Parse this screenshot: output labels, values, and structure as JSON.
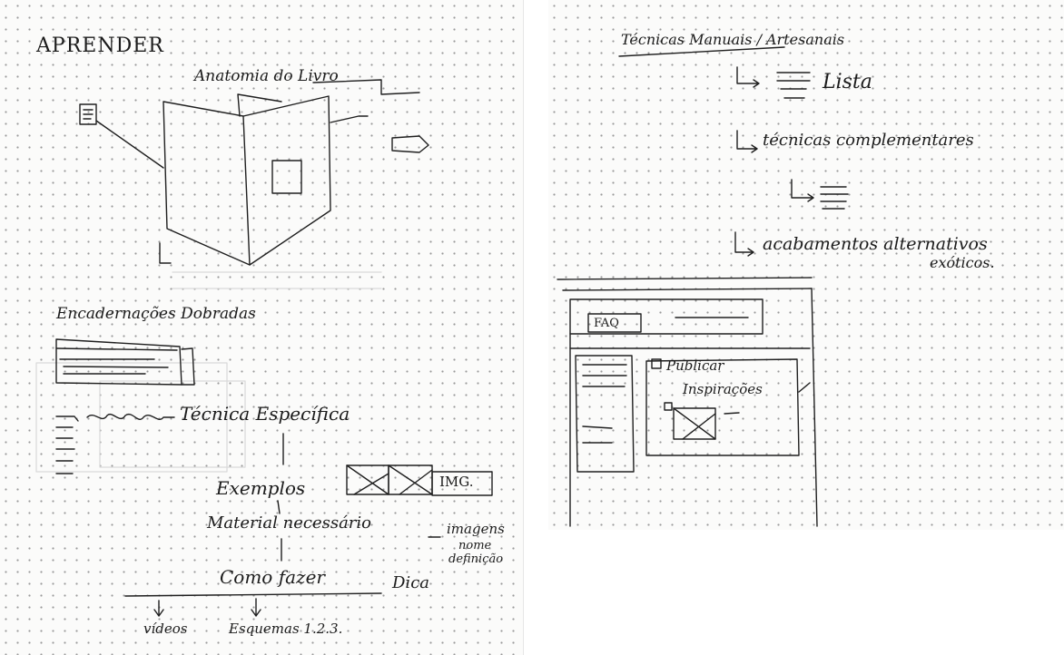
{
  "left_page": {
    "heading": "APRENDER",
    "anatomy_title": "Anatomia do Livro",
    "section_title": "Encadernações Dobradas",
    "technique": "Técnica Específica",
    "examples": "Exemplos",
    "img_label": "IMG.",
    "material": "Material necessário",
    "images": "imagens",
    "name": "nome",
    "definition": "definição",
    "how_to": "Como fazer",
    "tip": "Dica",
    "videos": "vídeos",
    "schemes": "Esquemas 1.2.3."
  },
  "right_page": {
    "heading": "Técnicas Manuais / Artesanais",
    "item_list": "Lista",
    "item_complementary": "técnicas complementares",
    "item_finishes": "acabamentos alternativos",
    "item_finishes_2": "exóticos.",
    "btn_label": "FAQ",
    "publish": "Publicar",
    "inspirations": "Inspirações"
  }
}
